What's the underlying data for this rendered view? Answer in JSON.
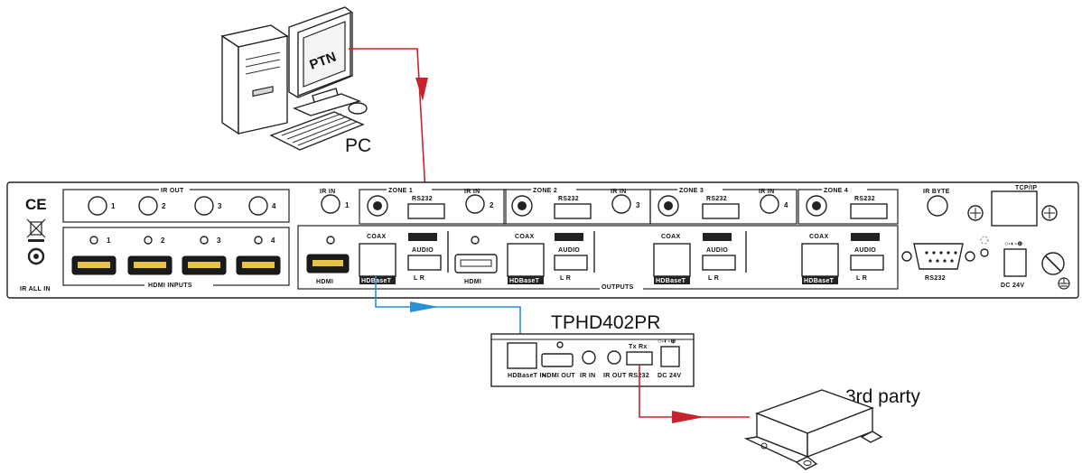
{
  "labels": {
    "pc": "PC",
    "monitor_screen": "PTN",
    "receiver_model": "TPHD402PR",
    "third_party": "3rd party"
  },
  "matrix": {
    "ir_out": "IR OUT",
    "ir_out_numbers": [
      "1",
      "2",
      "3",
      "4"
    ],
    "ir_all_in": "IR ALL IN",
    "hdmi_inputs": "HDMI INPUTS",
    "input_numbers": [
      "1",
      "2",
      "3",
      "4"
    ],
    "ir_in": "IR IN",
    "zones": [
      "ZONE 1",
      "ZONE 2",
      "ZONE 3",
      "ZONE 4"
    ],
    "zone_numbers": [
      "1",
      "2",
      "3",
      "4"
    ],
    "rs232": "RS232",
    "coax": "COAX",
    "audio": "AUDIO",
    "lr": "L  R",
    "hdmi": "HDMI",
    "hdbaset": "HDBaseT",
    "outputs": "OUTPUTS",
    "ir_byte": "IR BYTE",
    "tcp_ip": "TCP/IP",
    "rs232_port": "RS232",
    "dc_24v": "DC 24V",
    "dc_symbol": "○-◐-⊕"
  },
  "receiver": {
    "hdbaset_in": "HDBaseT IN",
    "hdmi_out": "HDMI OUT",
    "ir_in": "IR IN",
    "ir_out": "IR OUT",
    "rs232": "RS232",
    "dc_24v": "DC 24V",
    "txrx": "Tx Rx",
    "dc_symbol": "○-◐-⊕"
  },
  "colors": {
    "rs232_wire": "#c8232c",
    "hdbaset_wire": "#2b8fd6",
    "device_outline": "#222222"
  },
  "icons": [
    "ce-mark-icon",
    "weee-bin-icon",
    "ground-icon",
    "arrow-icon"
  ]
}
